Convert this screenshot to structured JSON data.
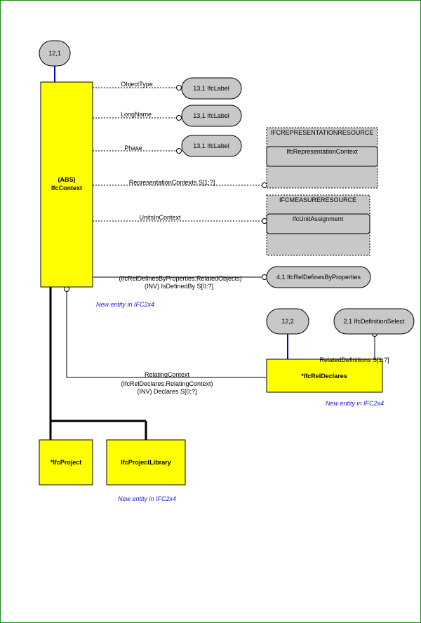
{
  "colors": {
    "entity_fill": "#ffff00",
    "pill_fill": "#c8c8c8",
    "page_border": "#1a8a1a",
    "note_text": "#1a1adc",
    "page_link": "#0000cc"
  },
  "page_refs": {
    "context": "12,1",
    "rel_declares": "12,2",
    "definition_select": "2,1 IfcDefinitionSelect"
  },
  "entities": {
    "context_line1": "(ABS)",
    "context_line2": "IfcContext",
    "rel_declares": "*IfcRelDeclares",
    "project": "*IfcProject",
    "project_library": "IfcProjectLibrary"
  },
  "attributes": {
    "object_type": "ObjectType",
    "long_name": "LongName",
    "phase": "Phase",
    "representation_contexts": "RepresentationContexts S[1:?]",
    "units_in_context": "UnitsInContext",
    "is_defined_by_line1": "(IfcRelDefinesByProperties.RelatedObjects)",
    "is_defined_by_line2": "(INV) IsDefinedBy S[0:?]",
    "relating_context": "RelatingContext",
    "declares_line1": "(IfcRelDeclares.RelatingContext)",
    "declares_line2": "(INV) Declares S[0:?]",
    "related_definitions": "RelatedDefinitions S[1:?]"
  },
  "types": {
    "label_1": "13,1 IfcLabel",
    "label_2": "13,1 IfcLabel",
    "label_3": "13,1 IfcLabel",
    "rel_defines_by_properties": "4,1 IfcRelDefinesByProperties"
  },
  "schemas": {
    "representation_header": "IFCREPRESENTATIONRESOURCE",
    "representation_item": "IfcRepresentationContext",
    "measure_header": "IFCMEASURERESOURCE",
    "measure_item": "IfcUnitAssignment"
  },
  "notes": {
    "note_context": "New entity in IFC2x4",
    "note_rel_declares": "New entity in IFC2x4",
    "note_project_library": "New entity in IFC2x4"
  }
}
